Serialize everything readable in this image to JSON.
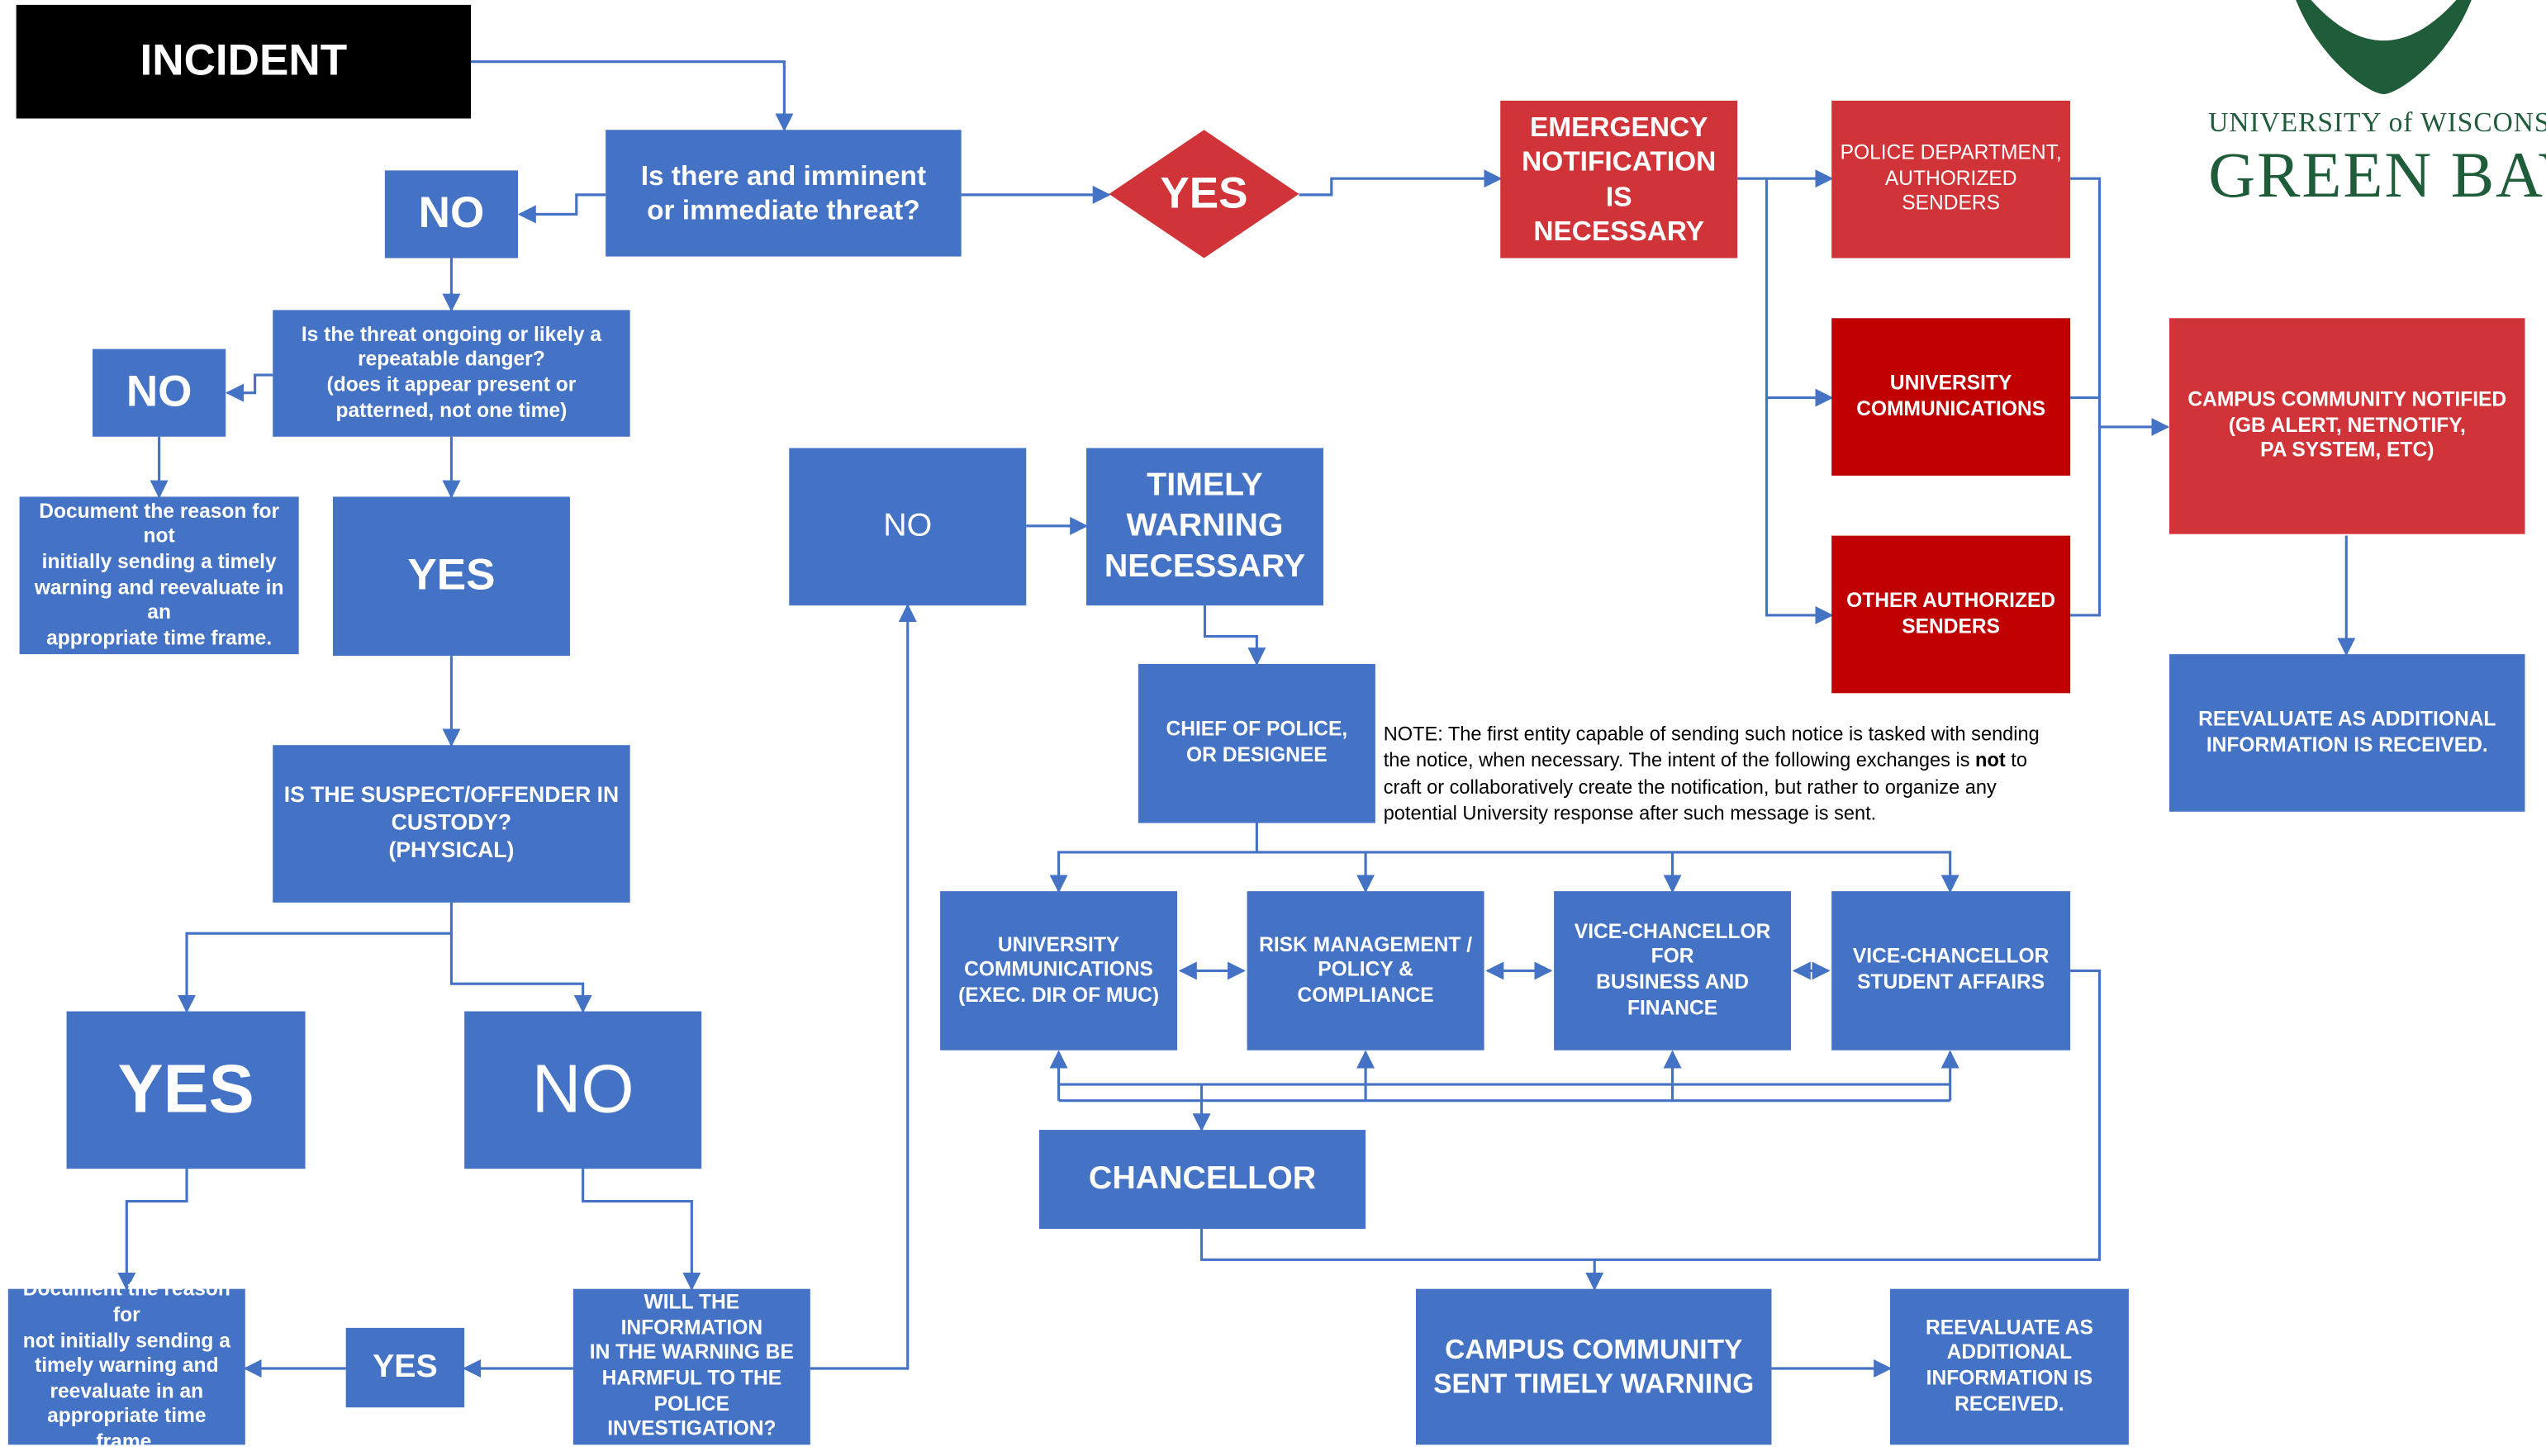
{
  "incident": "INCIDENT",
  "threat_question": "Is there and imminent\n or immediate threat?",
  "no_top": "NO",
  "yes_threat": "YES",
  "emergency": "EMERGENCY\nNOTIFICATION IS\nNECESSARY",
  "senders": {
    "police": "POLICE DEPARTMENT,\nAUTHORIZED SENDERS",
    "univ_comm": "UNIVERSITY\nCOMMUNICATIONS",
    "other": "OTHER AUTHORIZED\nSENDERS"
  },
  "campus_notified": "CAMPUS COMMUNITY NOTIFIED\n(GB ALERT, NETNOTIFY,\nPA SYSTEM, ETC)",
  "reevaluate_right": "REEVALUATE AS ADDITIONAL\nINFORMATION IS RECEIVED.",
  "logo": {
    "line1": "UNIVERSITY of WISCONSIN",
    "line2": "GREEN BAY"
  },
  "ongoing_question": "Is the threat ongoing or likely a\nrepeatable danger?\n(does it appear present or\npatterned, not one time)",
  "no_ongoing": "NO",
  "document_top": "Document the reason for not\ninitially sending a timely\nwarning and reevaluate in an\nappropriate time frame.",
  "yes_ongoing": "YES",
  "custody_question": "IS THE SUSPECT/OFFENDER IN\nCUSTODY?\n(PHYSICAL)",
  "yes_custody": "YES",
  "no_custody": "NO",
  "document_bottom": "Document the reason for\nnot initially sending a\ntimely warning and\nreevaluate in an\nappropriate time frame.",
  "yes_harmful": "YES",
  "harmful_question": "WILL THE INFORMATION\nIN THE WARNING BE\nHARMFUL TO THE\nPOLICE INVESTIGATION?",
  "no_mid": "NO",
  "timely_warning": "TIMELY\nWARNING\nNECESSARY",
  "chief": "CHIEF OF POLICE,\nOR DESIGNEE",
  "note_prefix": "NOTE: The first entity capable of sending such notice is tasked with sending the notice, when necessary. The intent of the following exchanges is ",
  "note_bold": "not",
  "note_suffix": " to craft or collaboratively create the notification, but rather to organize any potential University response after such message is sent.",
  "offices": {
    "univ_comm": "UNIVERSITY\nCOMMUNICATIONS\n(EXEC. DIR OF MUC)",
    "risk": "RISK MANAGEMENT /\nPOLICY & COMPLIANCE",
    "vc_business": "VICE-CHANCELLOR FOR\nBUSINESS AND\nFINANCE",
    "vc_student": "VICE-CHANCELLOR\nSTUDENT AFFAIRS"
  },
  "chancellor": "CHANCELLOR",
  "campus_sent": "CAMPUS COMMUNITY\nSENT TIMELY WARNING",
  "reevaluate_bottom": "REEVALUATE AS\nADDITIONAL\nINFORMATION IS\nRECEIVED.",
  "colors": {
    "box_blue": "#4472c4",
    "emergency_red": "#d13438",
    "dark_red": "#c00000",
    "connector": "#4472c4",
    "logo_green": "#1f5c3a"
  }
}
